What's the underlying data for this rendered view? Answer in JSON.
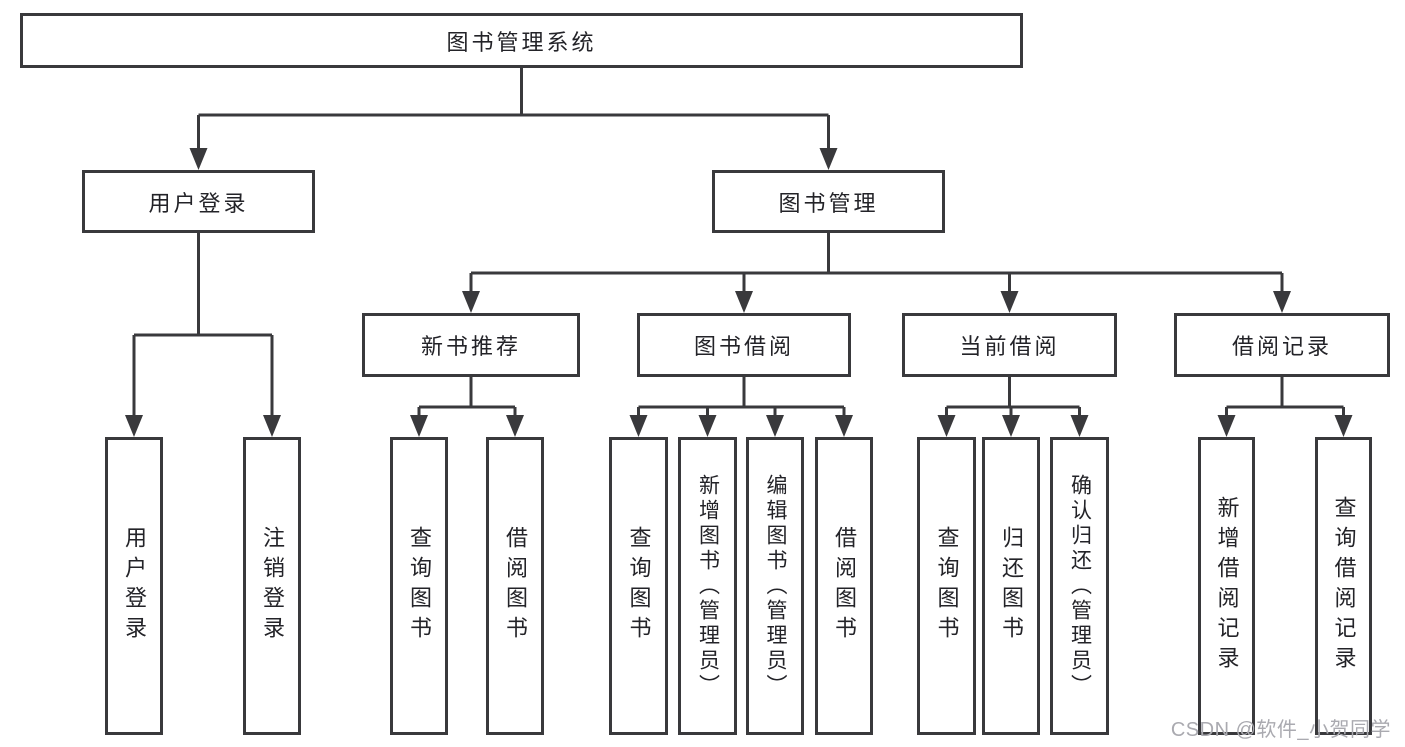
{
  "diagram": {
    "root": "图书管理系统",
    "branches": {
      "user_login": "用户登录",
      "book_mgmt": "图书管理"
    },
    "modules": {
      "new_book_rec": "新书推荐",
      "book_borrow": "图书借阅",
      "current_borrow": "当前借阅",
      "borrow_records": "借阅记录"
    },
    "leaves": {
      "user_login": "用户登录",
      "logout": "注销登录",
      "rec_query_book": "查询图书",
      "rec_borrow_book": "借阅图书",
      "borrow_query_book": "查询图书",
      "borrow_add_book": "新增图书（管理员）",
      "borrow_edit_book": "编辑图书（管理员）",
      "borrow_borrow_book": "借阅图书",
      "current_query_book": "查询图书",
      "current_return_book": "归还图书",
      "current_confirm_return": "确认归还（管理员）",
      "records_add_record": "新增借阅记录",
      "records_query_record": "查询借阅记录"
    }
  },
  "colors": {
    "line": "#39393c",
    "text": "#232328",
    "watermark": "#aaaab0"
  },
  "watermark": "CSDN @软件_小贺同学"
}
